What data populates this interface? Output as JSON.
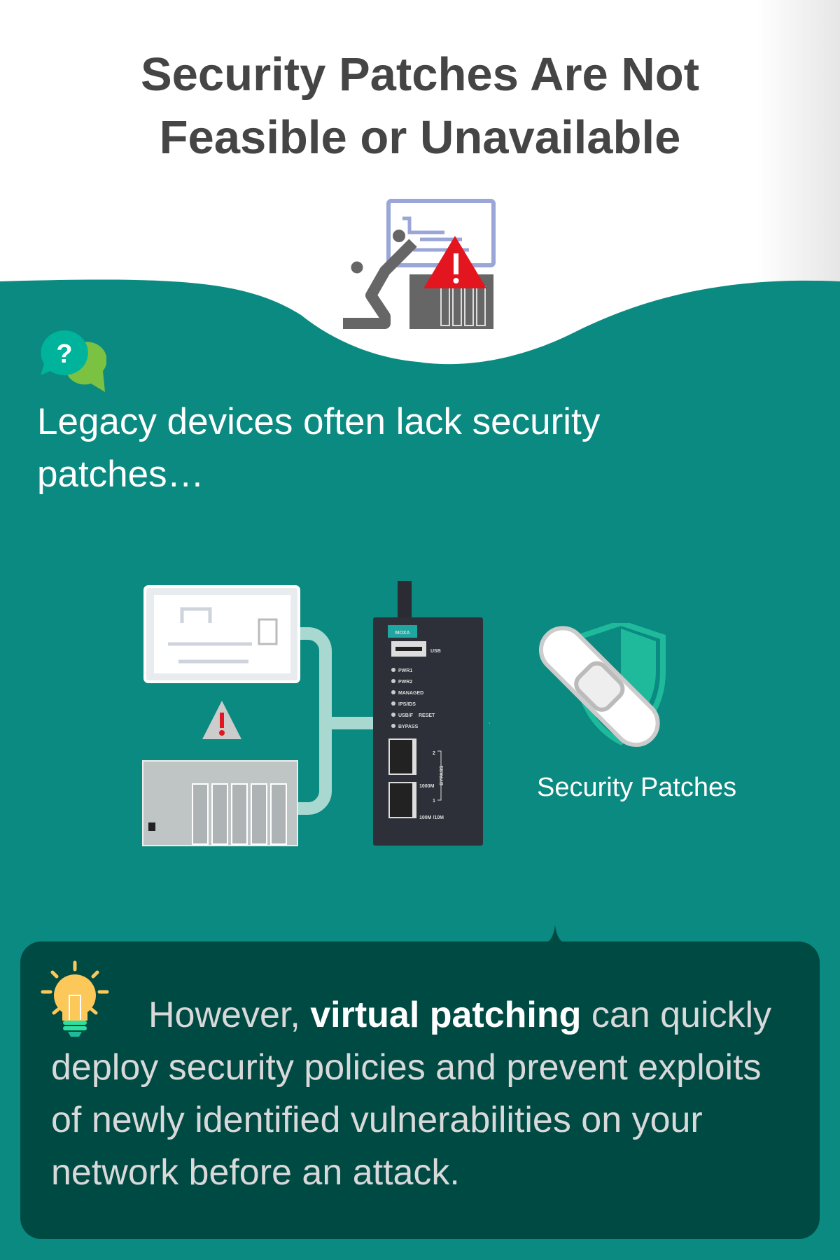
{
  "header": {
    "title_line1": "Security Patches Are Not",
    "title_line2": "Feasible or Unavailable"
  },
  "intro": {
    "text": "Legacy devices often lack security patches…"
  },
  "device": {
    "brand": "MOXA",
    "usb": "USB",
    "leds": [
      "PWR1",
      "PWR2",
      "MANAGED",
      "IPS/IDS",
      "USB/F",
      "BYPASS"
    ],
    "reset": "RESET",
    "port2": "2",
    "port1": "1",
    "bypass": "BYPASS",
    "speed1": "1000M",
    "speed2": "100M /10M"
  },
  "patch": {
    "label": "Security Patches"
  },
  "tip": {
    "lead": "However, ",
    "bold": "virtual patching",
    "rest": " can quickly deploy security policies and prevent exploits of newly identified vulnerabilities on your network before an attack."
  },
  "colors": {
    "teal": "#0a8a80",
    "dark": "#004a44",
    "warning": "#e3151f",
    "bulb": "#fcc85a"
  }
}
